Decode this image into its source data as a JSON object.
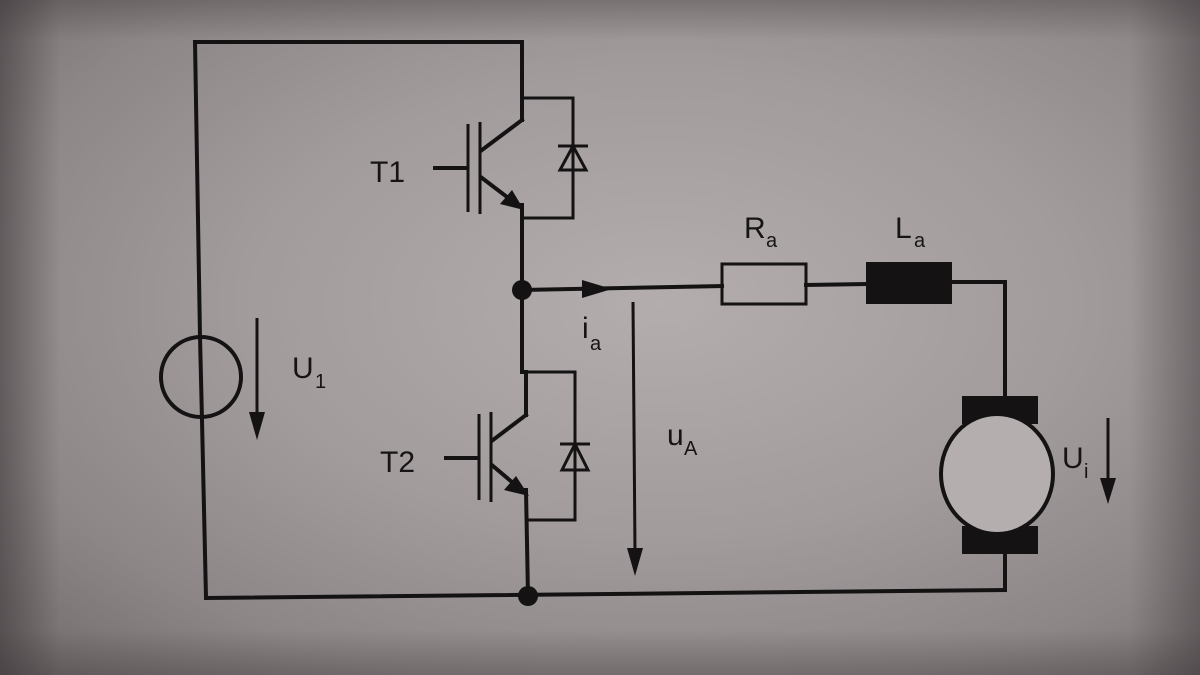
{
  "labels": {
    "t1": "T1",
    "t2": "T2",
    "u1_base": "U",
    "u1_sub": "1",
    "ra_base": "R",
    "ra_sub": "a",
    "la_base": "L",
    "la_sub": "a",
    "ia_base": "i",
    "ia_sub": "a",
    "ua_base": "u",
    "ua_sub": "A",
    "ui_base": "U",
    "ui_sub": "i"
  },
  "colors": {
    "ink": "#141213",
    "paper": "#a9a3a4"
  }
}
